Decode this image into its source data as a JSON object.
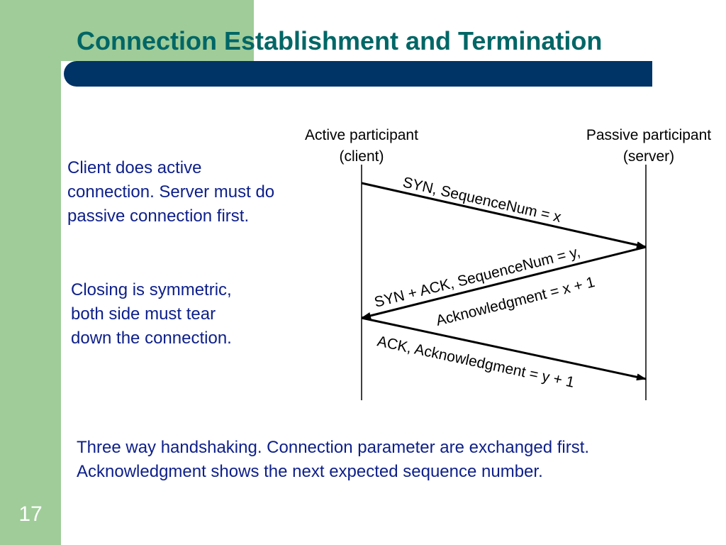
{
  "title": "Connection Establishment and Termination",
  "notes": {
    "client_lines": [
      "Client does active",
      "connection. Server must do",
      "passive connection first."
    ],
    "closing_lines": [
      "Closing is symmetric,",
      "both side must tear",
      "down the connection."
    ],
    "bottom_lines": [
      "Three way handshaking. Connection parameter are exchanged first.",
      "Acknowledgment shows the next expected sequence number."
    ]
  },
  "diagram": {
    "active": {
      "line1": "Active participant",
      "line2": "(client)"
    },
    "passive": {
      "line1": "Passive participant",
      "line2": "(server)"
    },
    "messages": {
      "syn": "SYN, SequenceNum = x",
      "synack_line1": "SYN + ACK, SequenceNum = y,",
      "synack_line2": "Acknowledgment = x + 1",
      "ack": "ACK, Acknowledgment = y + 1"
    }
  },
  "slide_number": "17",
  "colors": {
    "green": "#9fcc98",
    "navy_bar": "#003366",
    "title": "#006666",
    "body_text": "#0d1f8a"
  }
}
